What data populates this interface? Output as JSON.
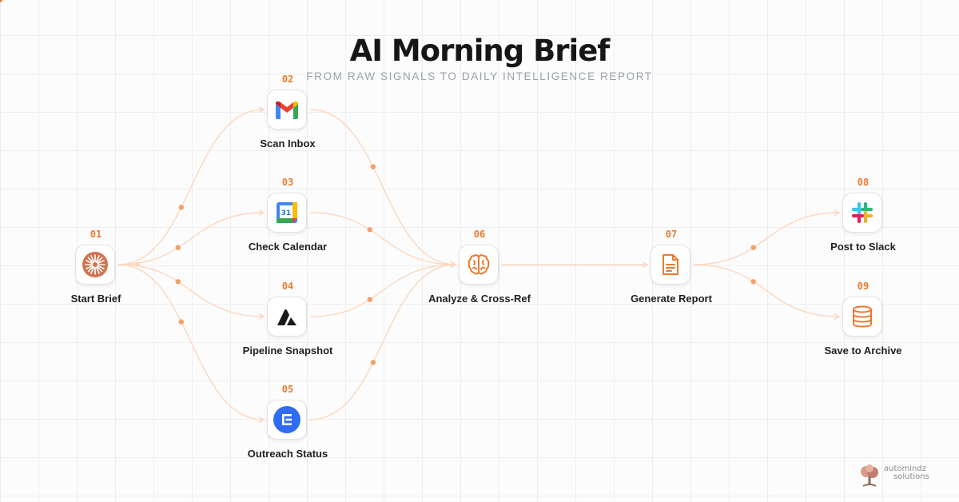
{
  "header": {
    "title": "AI Morning Brief",
    "subtitle": "FROM RAW SIGNALS TO DAILY INTELLIGENCE REPORT"
  },
  "nodes": [
    {
      "id": "start",
      "step": "01",
      "label": "Start Brief",
      "icon": "starburst-icon"
    },
    {
      "id": "inbox",
      "step": "02",
      "label": "Scan Inbox",
      "icon": "gmail-icon"
    },
    {
      "id": "calendar",
      "step": "03",
      "label": "Check Calendar",
      "icon": "google-calendar-icon"
    },
    {
      "id": "pipeline",
      "step": "04",
      "label": "Pipeline Snapshot",
      "icon": "pipeline-app-icon"
    },
    {
      "id": "outreach",
      "step": "05",
      "label": "Outreach Status",
      "icon": "outreach-app-icon"
    },
    {
      "id": "analyze",
      "step": "06",
      "label": "Analyze & Cross-Ref",
      "icon": "brain-icon"
    },
    {
      "id": "report",
      "step": "07",
      "label": "Generate Report",
      "icon": "document-icon"
    },
    {
      "id": "slack",
      "step": "08",
      "label": "Post to Slack",
      "icon": "slack-icon"
    },
    {
      "id": "archive",
      "step": "09",
      "label": "Save to Archive",
      "icon": "database-icon"
    }
  ],
  "edges": [
    [
      "start",
      "inbox"
    ],
    [
      "start",
      "calendar"
    ],
    [
      "start",
      "pipeline"
    ],
    [
      "start",
      "outreach"
    ],
    [
      "inbox",
      "analyze"
    ],
    [
      "calendar",
      "analyze"
    ],
    [
      "pipeline",
      "analyze"
    ],
    [
      "outreach",
      "analyze"
    ],
    [
      "analyze",
      "report"
    ],
    [
      "report",
      "slack"
    ],
    [
      "report",
      "archive"
    ]
  ],
  "colors": {
    "accent": "#ec7a2e",
    "edge": "#fbd7bf",
    "edge_dot": "#f3a06a"
  },
  "watermark": {
    "line1": "automindz",
    "line2": "solutions",
    "icon": "brain-tree-logo-icon"
  }
}
